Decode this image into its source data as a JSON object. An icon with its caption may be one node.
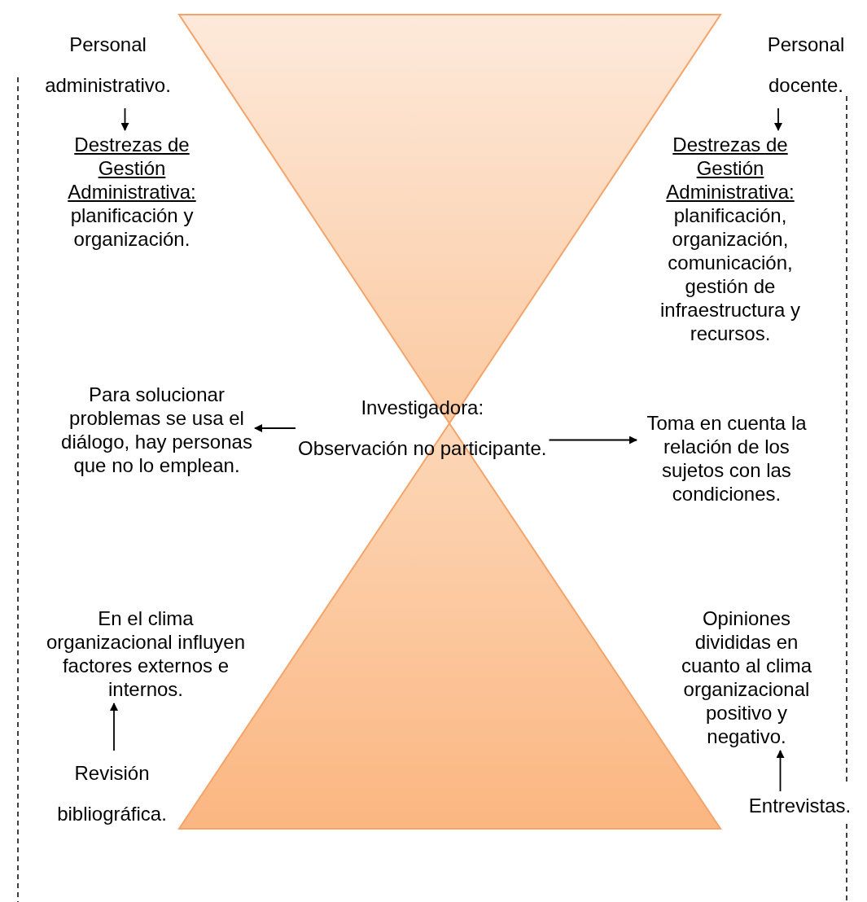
{
  "diagram": {
    "nodes": [
      {
        "text": [
          "Personal administrativo."
        ]
      },
      {
        "text": [
          "Destrezas de Gestión Administrativa:",
          "planificación y organización."
        ]
      },
      {
        "text": [
          "Personal docente."
        ]
      },
      {
        "text": [
          "Destrezas de Gestión Administrativa:",
          "planificación, organización, comunicación, gestión de infraestructura y recursos."
        ]
      },
      {
        "text": [
          "Investigadora:",
          "Observación no participante."
        ]
      },
      {
        "text": [
          "Para solucionar problemas se usa el diálogo, hay personas que no lo emplean."
        ]
      },
      {
        "text": [
          "Toma en cuenta la relación de los sujetos con las condiciones."
        ]
      },
      {
        "text": [
          "En el clima organizacional influyen factores externos e internos."
        ]
      },
      {
        "text": [
          "Revisión bibliográfica."
        ]
      },
      {
        "text": [
          "Opiniones divididas en cuanto al clima organizacional positivo y negativo."
        ]
      },
      {
        "text": [
          "Entrevistas."
        ]
      }
    ],
    "edges": [
      {
        "from": 0,
        "to": 1,
        "arrow": "to"
      },
      {
        "from": 2,
        "to": 3,
        "arrow": "to"
      },
      {
        "from": 4,
        "to": 5,
        "arrow": "to"
      },
      {
        "from": 4,
        "to": 6,
        "arrow": "to"
      },
      {
        "from": 8,
        "to": 7,
        "arrow": "to"
      },
      {
        "from": 10,
        "to": 9,
        "arrow": "to"
      }
    ]
  }
}
